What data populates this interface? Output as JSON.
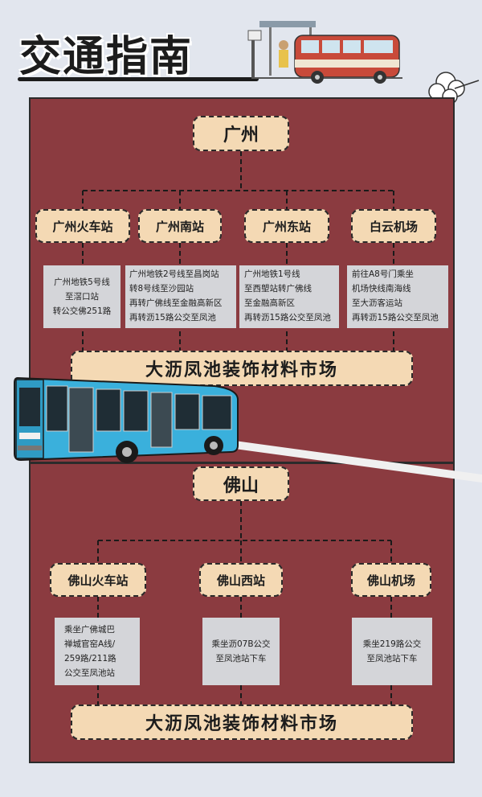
{
  "header": {
    "title": "交通指南"
  },
  "guangzhou": {
    "city": "广州",
    "stations": [
      {
        "name": "广州火车站",
        "lines": [
          "广州地铁5号线",
          "至滘口站",
          "转公交佛251路"
        ]
      },
      {
        "name": "广州南站",
        "lines": [
          "广州地铁2号线至昌岗站",
          "转8号线至沙园站",
          "再转广佛线至金融高新区",
          "再转沥15路公交至凤池"
        ]
      },
      {
        "name": "广州东站",
        "lines": [
          "广州地铁1号线",
          "至西塱站转广佛线",
          "至金融高新区",
          "再转沥15路公交至凤池"
        ]
      },
      {
        "name": "白云机场",
        "lines": [
          "前往A8号门乘坐",
          "机场快线南海线",
          "至大沥客运站",
          "再转沥15路公交至凤池"
        ]
      }
    ],
    "destination": "大沥凤池装饰材料市场"
  },
  "foshan": {
    "city": "佛山",
    "stations": [
      {
        "name": "佛山火车站",
        "lines": [
          "乘坐广佛城巴",
          "禅城官窑A线/",
          "259路/211路",
          "公交至凤池站"
        ]
      },
      {
        "name": "佛山西站",
        "lines": [
          "乘坐沥07B公交",
          "至凤池站下车"
        ]
      },
      {
        "name": "佛山机场",
        "lines": [
          "乘坐219路公交",
          "至凤池站下车"
        ]
      }
    ],
    "destination": "大沥凤池装饰材料市场"
  },
  "colors": {
    "panel": "#8b3b40",
    "label_bg": "#f4d9b4",
    "info_bg": "#d4d5d9",
    "bus_body": "#3ab0dc",
    "background": "#e2e6ee"
  }
}
